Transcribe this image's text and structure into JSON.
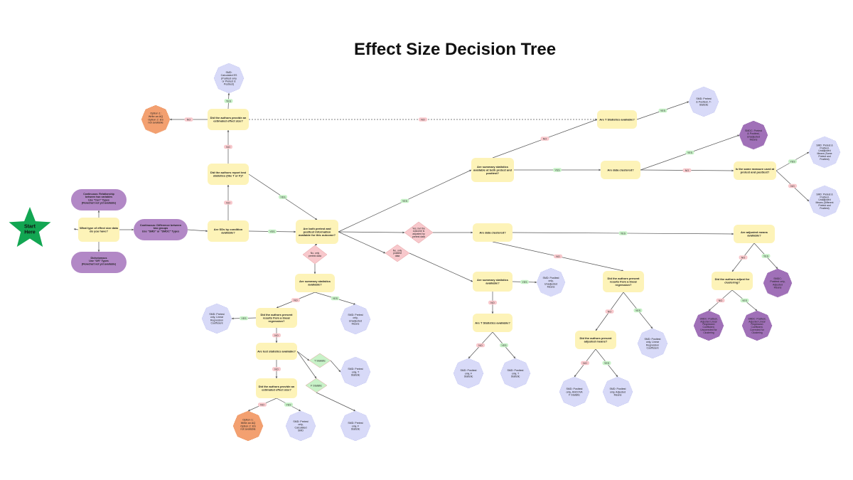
{
  "title": "Effect Size Decision Tree",
  "colors": {
    "question": "#fdf3b8",
    "outcome_smd": "#d8daf8",
    "outcome_smdc": "#a070b8",
    "option": "#f3a070",
    "start": "#12a652",
    "purple_pill": "#b288c6",
    "diamond": "#f8c8cc",
    "yes_label": "#c8f2c8",
    "no_label": "#f8c8cc",
    "line": "#555555"
  },
  "nodes": {
    "start": "Start\nHere",
    "q_type": "What type of effect size data\ndo you have?",
    "p_continuous_rel": "Continuous: Relationship\nbetween two variables\n\nUse \"Corr\" Types\n(Flowchart not yet available)",
    "p_continuous_diff": "Continuous: Difference between\ntwo groups\n\nUse \"SMD\" or \"SMDC\" Types",
    "p_dichotomous": "Dichotomous\n\nUse \"OR\" Types\n(Flowchart not yet available)",
    "q_sds": "Are SDs by condition\navailable?",
    "q_test_stats": "Did the authors report test\nstatistics (like T or F)?",
    "q_estimated_es": "Did the authors provide an\nestimated effect size?",
    "o_calc_es": "SMD:\nCalculated ES\n(Posttest only\nor Pretest &\nPosttest)",
    "opt_top": "Option 1:\nWrite an AQ\n\nOption 2: ES\nnot available",
    "q_pre_post": "Are both pretest and\nposttest information\navailable for this outcome?",
    "q_t_stats_top": "Are T Statistics available?",
    "o_t_stat_prepost": "SMD: Pretest\n& Posttest, T-\nStatistic",
    "q_summary_both": "Are summary statistics\navailable at both pretest and\nposttest?",
    "q_clustered_top": "Are data clustered?",
    "o_smdc_unadj": "SMDC: Pretest\n& Posttest,\nUnadjusted\nMeans",
    "q_same_measure": "Is the same measure used at\npretest and posttest?",
    "o_unadj_same": "SMD: Pretest &\nPosttest,\nUnadjusted\nMeans (Same\nPretest and\nPosttest)",
    "o_unadj_diff": "SMD: Pretest &\nPosttest,\nUnadjusted\nMeans (Different\nPretest and\nPosttest)",
    "d_yes_adjusted": "Yes, but the\noutcome is\nadjusted by\npretest data",
    "q_clustered_mid": "Are data clustered?",
    "q_adjusted_means": "Are adjusted means\navailable?",
    "q_adjust_clustering": "Did the authors adjust for\nclustering?",
    "o_smdc_post_adj": "SMDC:\nPosttest only,\nAdjusted\nMeans",
    "o_smdc_uncorr": "SMDC: Posttest,\nAdjusted Linear\nRegression\nCoefficient,\nUncorrected for\nClustering",
    "o_smdc_corr": "SMDC: Posttest,\nAdjusted Linear\nRegression\nCoefficient,\nCorrected for\nClustering",
    "q_linreg_right": "Did the authors present\nresults from a linear\nregression?",
    "q_adjusted_means2": "Did the authors present\nadjusted means?",
    "o_post_linreg_right": "SMD: Posttest\nonly, Linear\nRegression\nCoefficient",
    "o_ancova": "SMD: Posttest\nonly, ANCOVA\nF Statistic",
    "o_post_adj_means": "SMD: Posttest\nonly, Adjusted\nMeans",
    "d_posttest_only": "No, only\nposttest\ndata",
    "q_summary_mid": "Are summary statistics\navailable?",
    "o_post_unadj_mid": "SMD: Posttest\nonly,\nUnadjusted\nMeans",
    "q_t_stats_mid": "Are T Statistics available?",
    "o_post_f_mid": "SMD: Posttest\nonly, F\nStatistic",
    "o_post_t_mid": "SMD: Posttest\nonly, T\nStatistic",
    "d_pretest_only": "No, only\npretest data",
    "q_summary_left": "Are summary statistics\navailable?",
    "q_linreg_left": "Did the authors present\nresults from a linear\nregression?",
    "o_pre_linreg": "SMD: Pretest\nonly, Linear\nRegression\nCoefficient",
    "o_pre_unadj": "SMD: Pretest\nonly,\nUnadjusted\nMeans",
    "q_test_stats_left": "Are test statistics available?",
    "d_t_stat": "T Statistic",
    "d_f_stat": "F Statistic",
    "o_pre_t": "SMD: Pretest\nonly, T\nStatistic",
    "o_pre_f": "SMD: Pretest\nonly, F\nStatistic",
    "q_estimated_left": "Did the authors provide an\nestimated effect size?",
    "opt_bottom": "Option 1:\nWrite an AQ\n\nOption 2: ES\nnot available",
    "o_pre_calc": "SMD: Pretest\nonly,\nCalculated\nSMD"
  },
  "labels": {
    "yes": "YES",
    "no": "NO"
  }
}
